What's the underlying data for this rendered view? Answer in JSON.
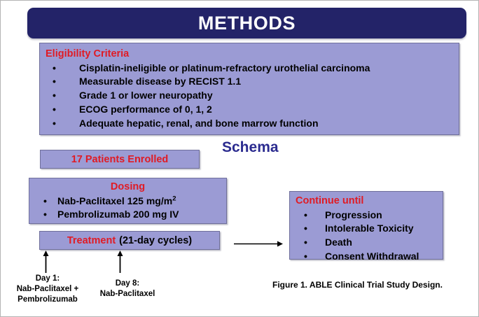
{
  "slide": {
    "title": "METHODS"
  },
  "eligibility": {
    "heading": "Eligibility Criteria",
    "bullet_glyph": "•",
    "items": [
      "Cisplatin-ineligible or platinum-refractory urothelial carcinoma",
      "Measurable disease by RECIST 1.1",
      "Grade 1 or lower neuropathy",
      "ECOG performance of 0, 1, 2",
      "Adequate hepatic, renal, and bone marrow function"
    ]
  },
  "schema": {
    "heading": "Schema",
    "enrolled": "17 Patients Enrolled",
    "dosing": {
      "heading": "Dosing",
      "items": [
        {
          "drug": "Nab-Paclitaxel 125 mg/m",
          "sup": "2"
        },
        {
          "drug": "Pembrolizumab 200 mg IV",
          "sup": ""
        }
      ]
    },
    "treatment": {
      "label_red": "Treatment",
      "label_black": "(21-day cycles)"
    },
    "continue_until": {
      "heading": "Continue until",
      "items": [
        "Progression",
        "Intolerable Toxicity",
        "Death",
        "Consent Withdrawal"
      ]
    },
    "day1_caption": "Day 1:\nNab-Paclitaxel +\nPembrolizumab",
    "day8_caption": "Day 8:\nNab-Paclitaxel"
  },
  "figure": {
    "caption": "Figure 1. ABLE Clinical Trial Study Design."
  },
  "colors": {
    "banner_navy": "#232368",
    "panel_lavender": "#9b9bd4",
    "panel_border": "#6f6f9b",
    "accent_red": "#e01b24",
    "schema_blue": "#2b2b8f",
    "text_black": "#000000",
    "page_white": "#ffffff"
  }
}
